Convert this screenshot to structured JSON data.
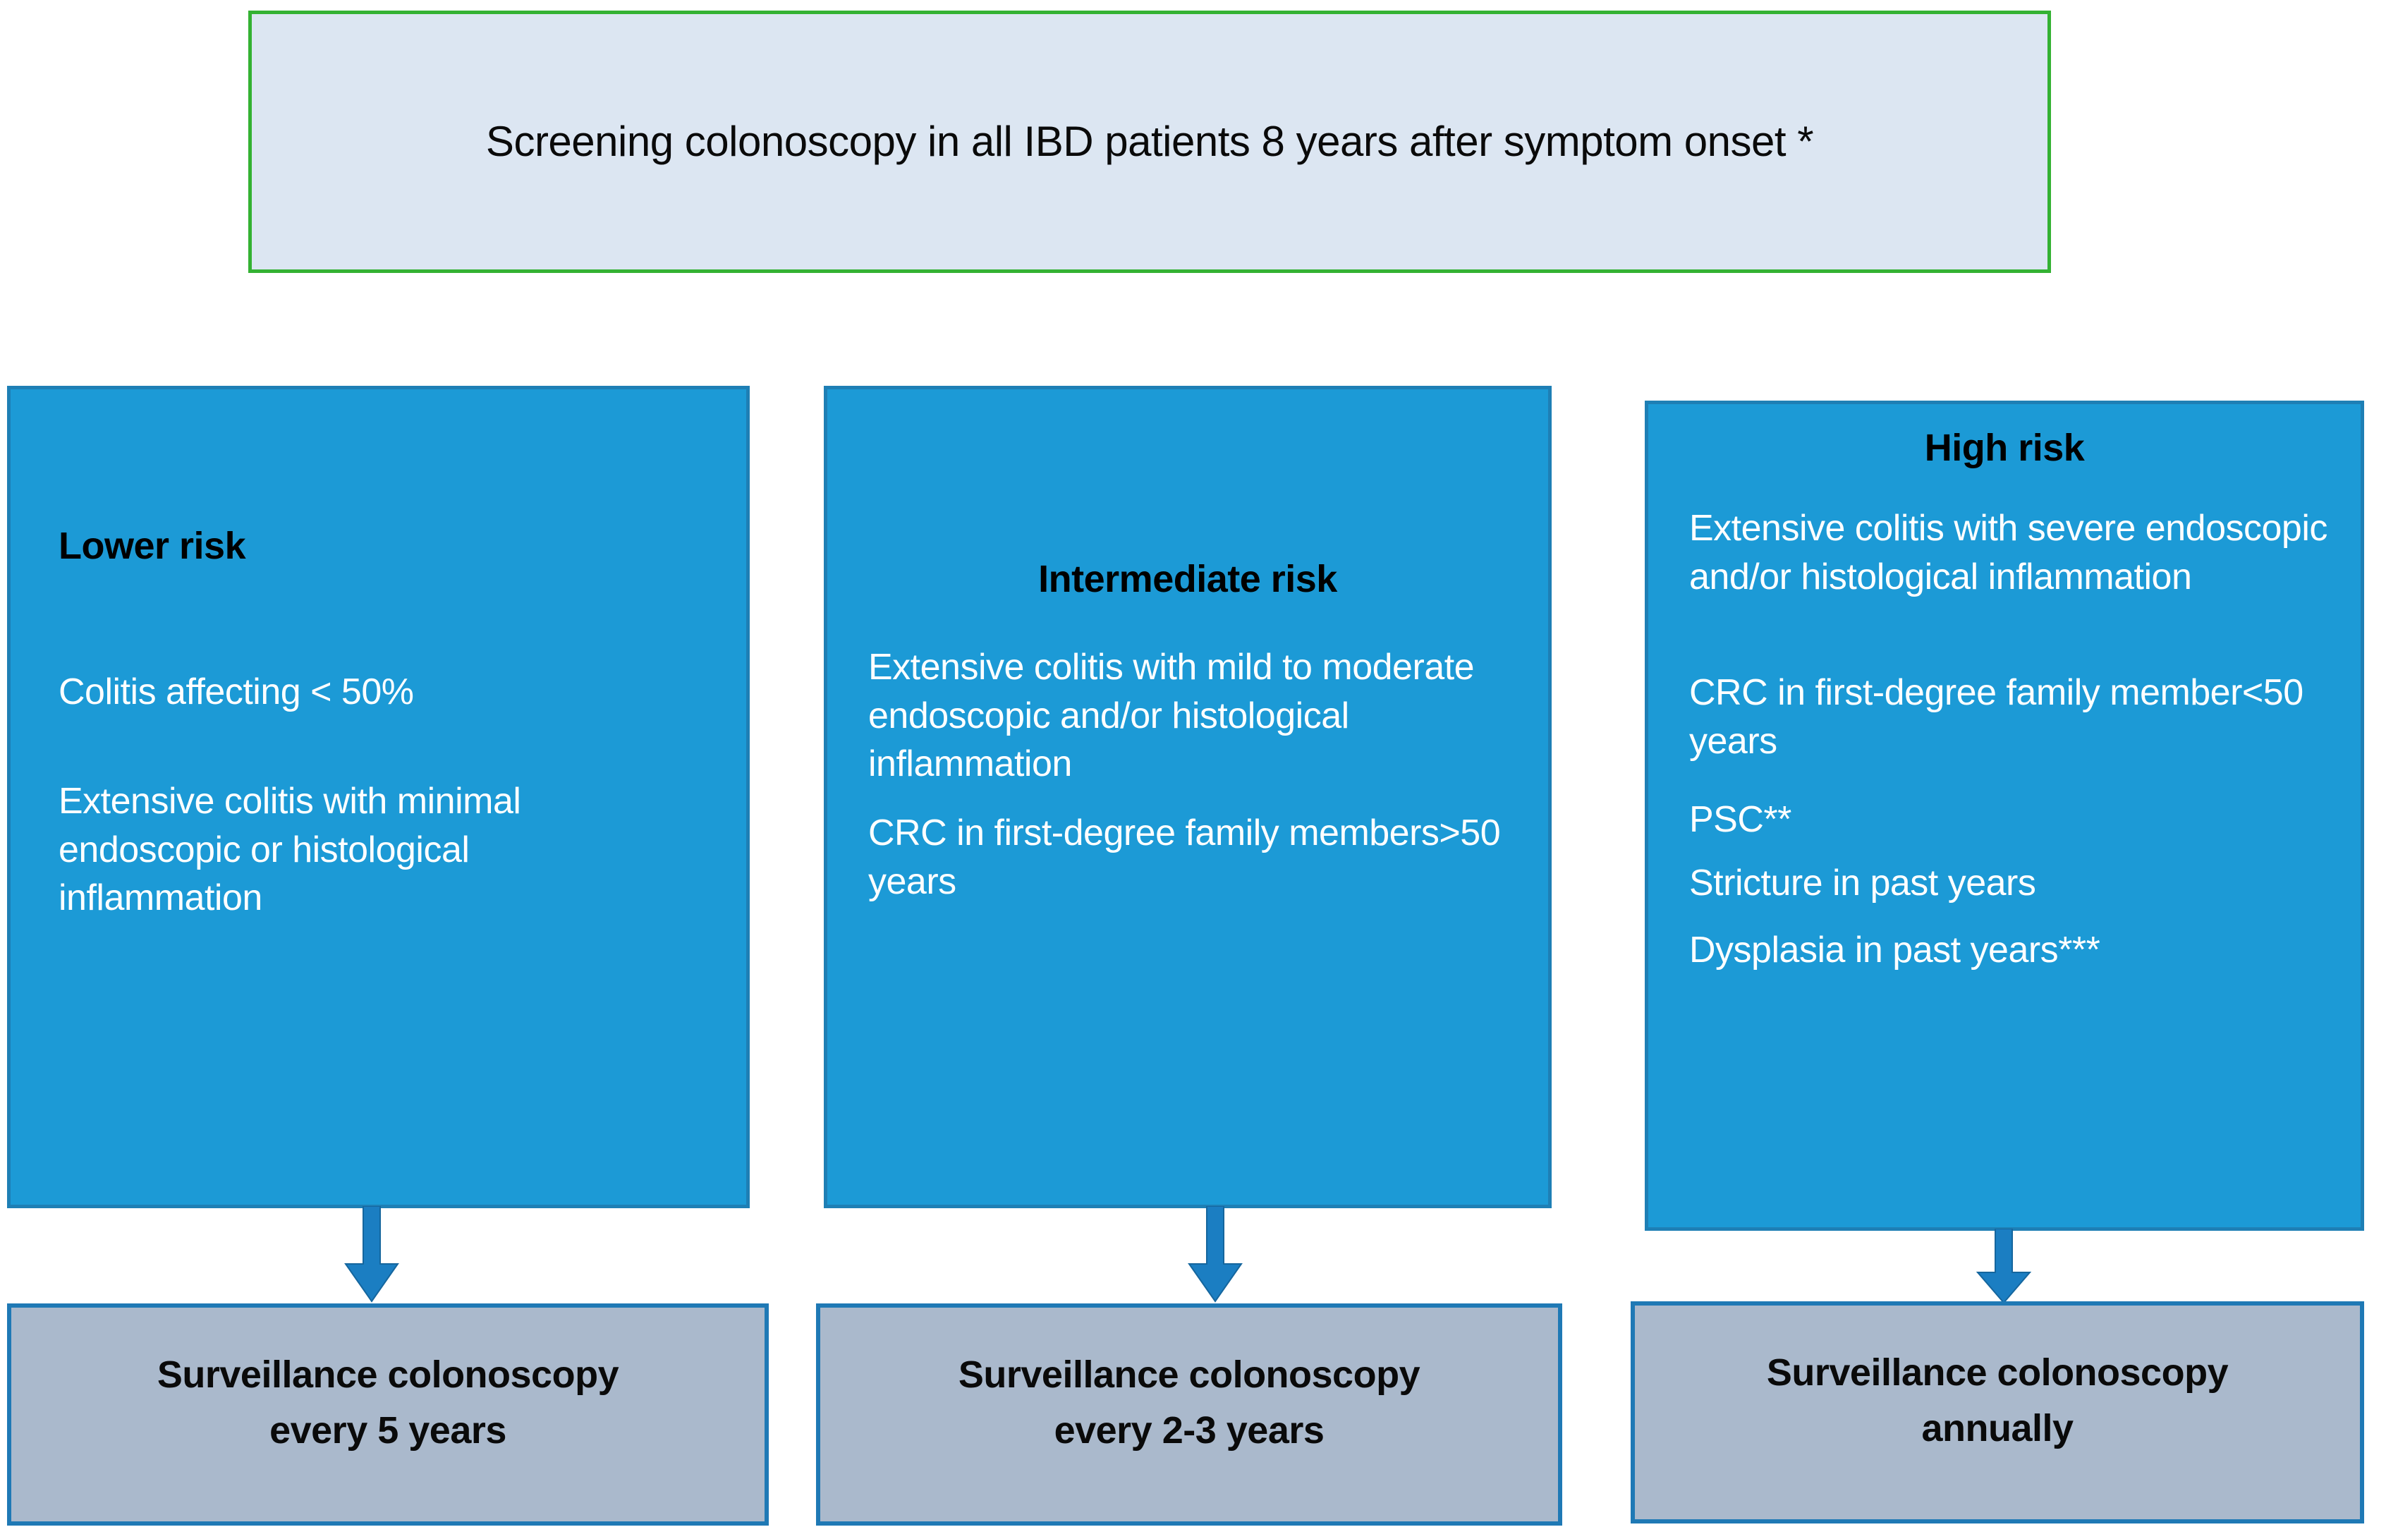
{
  "figure": {
    "type": "flowchart",
    "title": "IBD colorectal cancer surveillance risk stratification"
  },
  "screening": {
    "text": "Screening colonoscopy in all IBD patients 8 years after symptom onset *",
    "fill_color": "#dce6f2",
    "border_color": "#34b233"
  },
  "risk_columns": [
    {
      "id": "lower",
      "title": "Lower risk",
      "title_align": "left",
      "fill_color": "#1c9ad6",
      "border_color": "#1e7fb5",
      "items": [
        "Colitis affecting < 50%",
        "Extensive colitis with minimal endoscopic or histological inflammation"
      ],
      "arrow": "down-arrow",
      "outcome": "Surveillance colonoscopy\nevery 5 years"
    },
    {
      "id": "intermediate",
      "title": "Intermediate risk",
      "title_align": "center",
      "fill_color": "#1c9ad6",
      "border_color": "#1e7fb5",
      "items": [
        "Extensive colitis with mild to moderate endoscopic and/or histological inflammation",
        "CRC in first-degree family members>50 years"
      ],
      "arrow": "down-arrow",
      "outcome": "Surveillance colonoscopy\nevery 2-3 years"
    },
    {
      "id": "high",
      "title": "High risk",
      "title_align": "center",
      "fill_color": "#1c9ad6",
      "border_color": "#1e7fb5",
      "items": [
        "Extensive colitis with severe endoscopic and/or histological inflammation",
        "CRC in first-degree family member<50 years",
        "PSC**",
        "Stricture in past years",
        "Dysplasia in past years***"
      ],
      "arrow": "down-arrow",
      "outcome": "Surveillance colonoscopy\nannually"
    }
  ],
  "outcome_style": {
    "fill_color": "#aab9cc",
    "border_color": "#1f79b5"
  },
  "arrow_style": {
    "color": "#1b7ec2"
  }
}
